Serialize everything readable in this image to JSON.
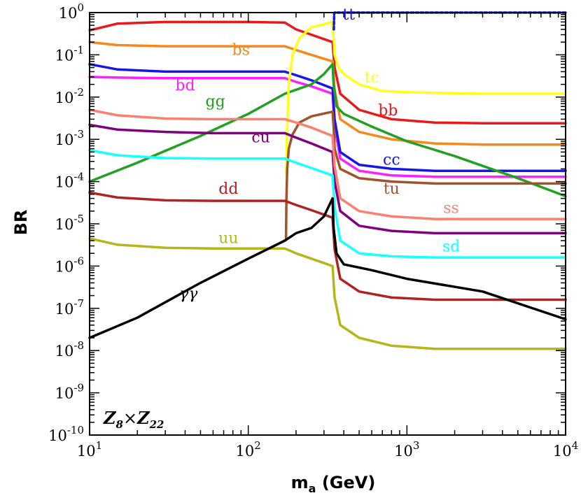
{
  "chart_data": {
    "type": "line",
    "title": "",
    "xlabel": "m",
    "xlabel_sub": "a",
    "xlabel_unit": "(GeV)",
    "ylabel": "BR",
    "x_scale": "log",
    "y_scale": "log",
    "xlim": [
      10,
      10000
    ],
    "ylim": [
      1e-10,
      1
    ],
    "x_ticks": [
      {
        "base": "10",
        "exp": "1"
      },
      {
        "base": "10",
        "exp": "2"
      },
      {
        "base": "10",
        "exp": "3"
      },
      {
        "base": "10",
        "exp": "4"
      }
    ],
    "y_ticks": [
      {
        "base": "10",
        "exp": "0"
      },
      {
        "base": "10",
        "exp": "-1"
      },
      {
        "base": "10",
        "exp": "-2"
      },
      {
        "base": "10",
        "exp": "-3"
      },
      {
        "base": "10",
        "exp": "-4"
      },
      {
        "base": "10",
        "exp": "-5"
      },
      {
        "base": "10",
        "exp": "-6"
      },
      {
        "base": "10",
        "exp": "-7"
      },
      {
        "base": "10",
        "exp": "-8"
      },
      {
        "base": "10",
        "exp": "-9"
      },
      {
        "base": "10",
        "exp": "-10"
      }
    ],
    "grid": false,
    "legend": "inline labels",
    "model_label": {
      "a": "Z",
      "a_sub": "8",
      "times": "×",
      "b": "Z",
      "b_sub": "22"
    },
    "series": [
      {
        "name": "bb",
        "color": "#e8191c",
        "x": [
          10,
          15,
          30,
          60,
          100,
          170,
          200,
          250,
          340,
          350,
          380,
          500,
          800,
          1500,
          3000,
          10000
        ],
        "y": [
          0.38,
          0.55,
          0.6,
          0.6,
          0.6,
          0.58,
          0.4,
          0.3,
          0.2,
          0.05,
          0.012,
          0.005,
          0.003,
          0.0025,
          0.0024,
          0.0024
        ]
      },
      {
        "name": "bs",
        "color": "#f5891f",
        "x": [
          10,
          15,
          30,
          60,
          100,
          170,
          200,
          250,
          340,
          350,
          380,
          500,
          800,
          1500,
          3000,
          10000
        ],
        "y": [
          0.2,
          0.17,
          0.16,
          0.16,
          0.16,
          0.16,
          0.13,
          0.1,
          0.07,
          0.015,
          0.003,
          0.0015,
          0.001,
          0.0008,
          0.00075,
          0.00075
        ]
      },
      {
        "name": "bd",
        "color": "#ff1fff",
        "x": [
          10,
          15,
          30,
          60,
          100,
          170,
          200,
          250,
          340,
          350,
          380,
          500,
          800,
          1500,
          3000,
          10000
        ],
        "y": [
          0.03,
          0.029,
          0.028,
          0.028,
          0.028,
          0.028,
          0.023,
          0.018,
          0.012,
          0.002,
          0.00035,
          0.00018,
          0.00014,
          0.00013,
          0.00013,
          0.00013
        ]
      },
      {
        "name": "cc",
        "color": "#1616e6",
        "x": [
          10,
          15,
          30,
          60,
          100,
          170,
          200,
          250,
          340,
          350,
          380,
          500,
          800,
          1500,
          3000,
          10000
        ],
        "y": [
          0.06,
          0.045,
          0.04,
          0.04,
          0.04,
          0.04,
          0.033,
          0.025,
          0.016,
          0.003,
          0.0005,
          0.00025,
          0.0002,
          0.00018,
          0.00018,
          0.00018
        ]
      },
      {
        "name": "gg",
        "color": "#22a022",
        "x": [
          10,
          20,
          50,
          100,
          170,
          250,
          300,
          340,
          345,
          360,
          400,
          600,
          1000,
          2000,
          5000,
          10000
        ],
        "y": [
          0.0001,
          0.00028,
          0.0012,
          0.004,
          0.012,
          0.02,
          0.035,
          0.06,
          0.02,
          0.006,
          0.004,
          0.002,
          0.0009,
          0.0004,
          0.00012,
          4.5e-05
        ]
      },
      {
        "name": "tc",
        "color": "#ffff1a",
        "x": [
          173,
          176,
          180,
          190,
          210,
          250,
          340,
          345,
          350,
          370,
          400,
          500,
          700,
          1000,
          3000,
          10000
        ],
        "y": [
          0.00015,
          0.002,
          0.02,
          0.1,
          0.25,
          0.45,
          0.6,
          0.25,
          0.1,
          0.05,
          0.035,
          0.02,
          0.014,
          0.013,
          0.012,
          0.012
        ]
      },
      {
        "name": "tu",
        "color": "#a0522d",
        "x": [
          173,
          174,
          176,
          180,
          190,
          210,
          250,
          340,
          345,
          350,
          380,
          500,
          800,
          1500,
          3000,
          10000
        ],
        "y": [
          4.5e-06,
          4e-05,
          0.0002,
          0.0006,
          0.0013,
          0.0025,
          0.0035,
          0.0045,
          0.002,
          0.0006,
          0.0002,
          0.00012,
          0.0001,
          9e-05,
          9e-05,
          9e-05
        ]
      },
      {
        "name": "tt",
        "color": "#1616e6",
        "x": [
          346,
          348,
          350,
          360,
          1000,
          10000
        ],
        "y": [
          0.4,
          0.95,
          1.0,
          1.0,
          1.0,
          1.0
        ]
      },
      {
        "name": "cu",
        "color": "#800080",
        "x": [
          10,
          15,
          30,
          60,
          100,
          170,
          200,
          250,
          340,
          350,
          380,
          500,
          800,
          1500,
          3000,
          10000
        ],
        "y": [
          0.0022,
          0.0017,
          0.0015,
          0.0014,
          0.0014,
          0.0014,
          0.0011,
          0.0008,
          0.0005,
          0.0001,
          2e-05,
          9e-06,
          6.8e-06,
          6e-06,
          6e-06,
          6e-06
        ]
      },
      {
        "name": "ss",
        "color": "#fa8072",
        "x": [
          10,
          15,
          30,
          60,
          100,
          170,
          200,
          250,
          340,
          350,
          380,
          500,
          800,
          1500,
          3000,
          10000
        ],
        "y": [
          0.005,
          0.0037,
          0.0031,
          0.003,
          0.003,
          0.003,
          0.0025,
          0.0019,
          0.0012,
          0.00023,
          4e-05,
          2e-05,
          1.5e-05,
          1.3e-05,
          1.3e-05,
          1.3e-05
        ]
      },
      {
        "name": "sd",
        "color": "#1affff",
        "x": [
          10,
          15,
          30,
          60,
          100,
          170,
          200,
          250,
          340,
          350,
          380,
          500,
          800,
          1500,
          3000,
          10000
        ],
        "y": [
          0.00055,
          0.00042,
          0.00036,
          0.00035,
          0.00035,
          0.00035,
          0.00028,
          0.00021,
          0.00014,
          2.5e-05,
          4e-06,
          2e-06,
          1.7e-06,
          1.6e-06,
          1.6e-06,
          1.6e-06
        ]
      },
      {
        "name": "dd",
        "color": "#b22222",
        "x": [
          10,
          15,
          30,
          60,
          100,
          170,
          200,
          250,
          340,
          350,
          380,
          500,
          800,
          1500,
          3000,
          10000
        ],
        "y": [
          5.5e-05,
          4.2e-05,
          3.6e-05,
          3.5e-05,
          3.5e-05,
          3.5e-05,
          2.8e-05,
          2.1e-05,
          1.4e-05,
          2.5e-06,
          5e-07,
          2.5e-07,
          1.8e-07,
          1.6e-07,
          1.6e-07,
          1.6e-07
        ]
      },
      {
        "name": "uu",
        "color": "#b5b51c",
        "x": [
          10,
          15,
          30,
          60,
          100,
          170,
          200,
          250,
          340,
          350,
          380,
          500,
          800,
          1500,
          3000,
          10000
        ],
        "y": [
          4.5e-06,
          3.2e-06,
          2.7e-06,
          2.6e-06,
          2.6e-06,
          2.6e-06,
          2e-06,
          1.5e-06,
          1e-06,
          1.8e-07,
          4e-08,
          2e-08,
          1.3e-08,
          1.1e-08,
          1.1e-08,
          1.1e-08
        ]
      },
      {
        "name": "γγ",
        "color": "#000000",
        "x": [
          10,
          20,
          50,
          100,
          170,
          200,
          250,
          300,
          340,
          345,
          360,
          400,
          600,
          1000,
          3000,
          10000
        ],
        "y": [
          2e-08,
          6e-08,
          4e-07,
          1.5e-06,
          4e-06,
          6e-06,
          8e-06,
          1.5e-05,
          4e-05,
          8e-06,
          2e-06,
          1.1e-06,
          8e-07,
          5e-07,
          2.5e-07,
          5.5e-08
        ]
      }
    ],
    "labels": [
      {
        "text": "tt",
        "color": "#1616e6",
        "x": 430,
        "y": 0.68
      },
      {
        "text": "bs",
        "color": "#f5891f",
        "x": 90,
        "y": 0.1
      },
      {
        "text": "tc",
        "color": "#ffff1a",
        "x": 600,
        "y": 0.022
      },
      {
        "text": "bd",
        "color": "#ff1fff",
        "x": 40,
        "y": 0.0145
      },
      {
        "text": "gg",
        "color": "#22a022",
        "x": 62,
        "y": 0.006
      },
      {
        "text": "bb",
        "color": "#e8191c",
        "x": 760,
        "y": 0.0037
      },
      {
        "text": "cu",
        "color": "#800080",
        "x": 120,
        "y": 0.00085
      },
      {
        "text": "cc",
        "color": "#1616e6",
        "x": 800,
        "y": 0.00025
      },
      {
        "text": "dd",
        "color": "#b22222",
        "x": 75,
        "y": 5.2e-05
      },
      {
        "text": "tu",
        "color": "#a0522d",
        "x": 800,
        "y": 5.2e-05
      },
      {
        "text": "ss",
        "color": "#fa8072",
        "x": 1900,
        "y": 1.8e-05
      },
      {
        "text": "uu",
        "color": "#b5b51c",
        "x": 75,
        "y": 3.5e-06
      },
      {
        "text": "sd",
        "color": "#1affff",
        "x": 1900,
        "y": 2.2e-06
      },
      {
        "text": "γγ",
        "color": "#000000",
        "x": 42,
        "y": 1.7e-07
      }
    ]
  }
}
